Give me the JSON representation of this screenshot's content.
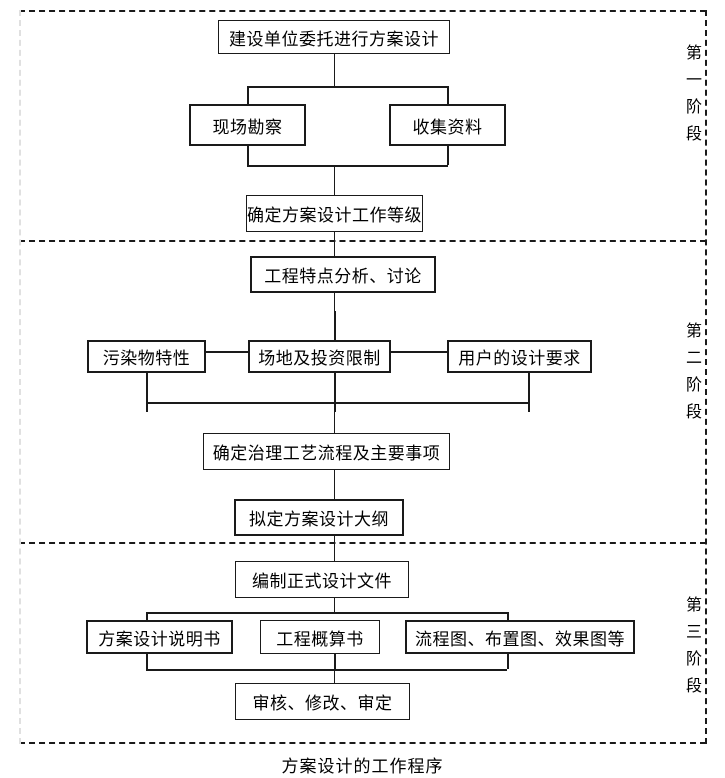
{
  "diagram": {
    "caption": "方案设计的工作程序",
    "phases": [
      {
        "id": "phase-1",
        "chars": [
          "第",
          "一",
          "阶",
          "段"
        ]
      },
      {
        "id": "phase-2",
        "chars": [
          "第",
          "二",
          "阶",
          "段"
        ]
      },
      {
        "id": "phase-3",
        "chars": [
          "第",
          "三",
          "阶",
          "段"
        ]
      }
    ],
    "nodes": {
      "n1": "建设单位委托进行方案设计",
      "n2": "现场勘察",
      "n3": "收集资料",
      "n4": "确定方案设计工作等级",
      "n5": "工程特点分析、讨论",
      "n6": "污染物特性",
      "n7": "场地及投资限制",
      "n8": "用户的设计要求",
      "n9": "确定治理工艺流程及主要事项",
      "n10": "拟定方案设计大纲",
      "n11": "编制正式设计文件",
      "n12": "方案设计说明书",
      "n13": "工程概算书",
      "n14": "流程图、布置图、效果图等",
      "n15": "审核、修改、审定"
    },
    "colors": {
      "line": "#1a1a1a",
      "frame_light": "#e0e0e0",
      "background": "#ffffff",
      "text": "#000000"
    }
  }
}
